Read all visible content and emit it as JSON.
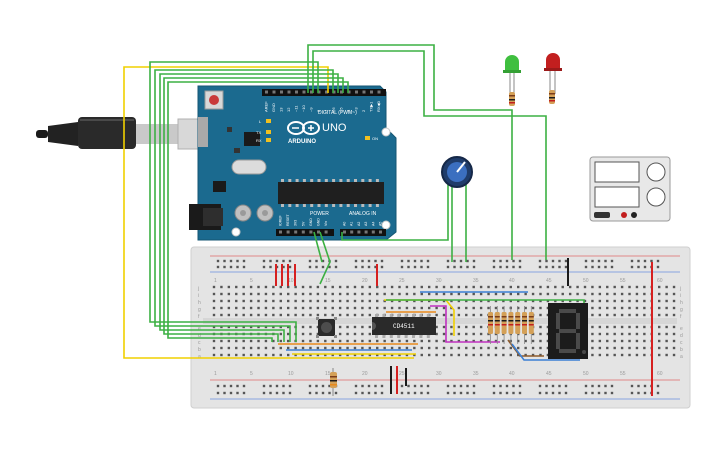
{
  "arduino": {
    "brand": "ARDUINO",
    "model": "UNO",
    "header_digital": "DIGITAL (PWM~)",
    "header_power": "POWER",
    "header_analog": "ANALOG IN",
    "pin_labels_top": [
      "AREF",
      "GND",
      "13",
      "12",
      "~11",
      "~10",
      "~9",
      "8",
      "7",
      "~6",
      "~5",
      "4",
      "~3",
      "2",
      "TX▶1",
      "RX◀0"
    ],
    "pin_labels_power": [
      "IOREF",
      "RESET",
      "3V3",
      "5V",
      "GND",
      "GND",
      "Vin"
    ],
    "pin_labels_analog": [
      "A0",
      "A1",
      "A2",
      "A3",
      "A4",
      "A5"
    ],
    "led_labels": [
      "L",
      "TX",
      "RX",
      "ON"
    ],
    "color_board": "#1b6a8f"
  },
  "chip": {
    "name": "CD4511"
  },
  "breadboard": {
    "column_numbers": [
      "1",
      "5",
      "10",
      "15",
      "20",
      "25",
      "30",
      "35",
      "40",
      "45",
      "50",
      "55",
      "60"
    ],
    "row_letters_top": [
      "j",
      "i",
      "h",
      "g",
      "f"
    ],
    "row_letters_bottom": [
      "e",
      "d",
      "c",
      "b",
      "a"
    ]
  },
  "components": {
    "leds": [
      {
        "color": "green",
        "hex": "#3fbf3f"
      },
      {
        "color": "red",
        "hex": "#c21f1f"
      }
    ],
    "seven_segment_digit": "8",
    "potentiometer_icon": "potentiometer-knob-icon",
    "power_supply_icon": "dc-power-supply-icon",
    "pushbutton_icon": "pushbutton-icon",
    "usb_cable_icon": "usb-cable-icon"
  },
  "wire_colors": {
    "green": "#3cb043",
    "yellow": "#f0d000",
    "red": "#d62020",
    "black": "#1a1a1a",
    "blue": "#3b7fd4",
    "magenta": "#c030c0",
    "orange": "#e8891c",
    "brown": "#8b5a2b"
  }
}
